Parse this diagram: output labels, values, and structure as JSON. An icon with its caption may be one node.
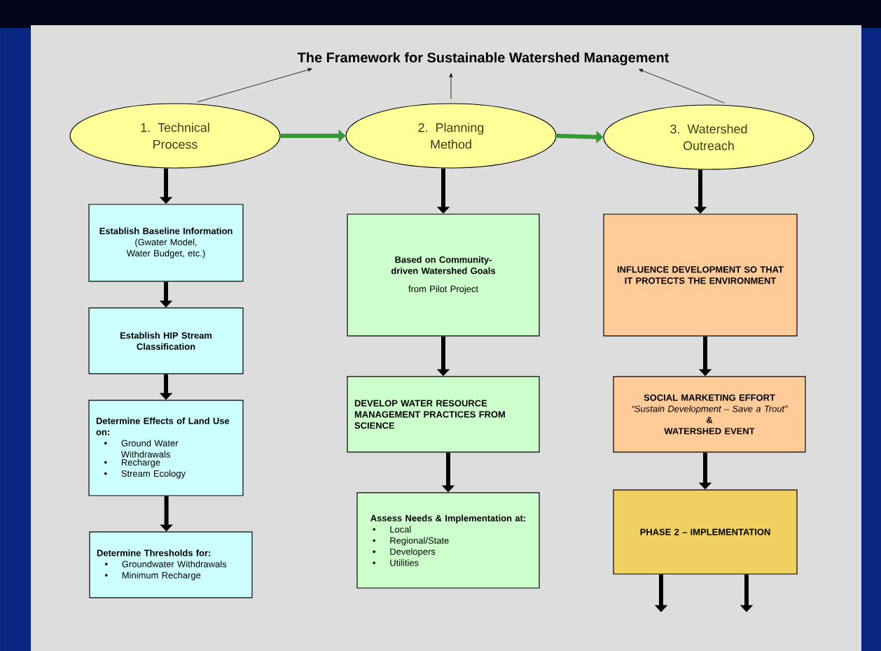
{
  "diagram": {
    "nodes": [
      {
        "text": [
          "The Framework for Sustainable Watershed Management"
        ]
      },
      {
        "text": [
          "1.  Technical Process"
        ]
      },
      {
        "text": [
          "2.  Planning Method"
        ]
      },
      {
        "text": [
          "3. Watershed Outreach"
        ]
      },
      {
        "text": [
          "Establish Baseline Information",
          "(Gwater Model, Water Budget, etc.)"
        ]
      },
      {
        "text": [
          "Establish HIP Stream Classification"
        ]
      },
      {
        "text": [
          "Determine Effects of Land Use on:",
          "Ground Water Withdrawals",
          "Recharge",
          "Stream Ecology"
        ]
      },
      {
        "text": [
          "Determine Thresholds for:",
          "Groundwater Withdrawals",
          "Minimum Recharge"
        ]
      },
      {
        "text": [
          "Based on Community-driven Watershed Goals",
          "from Pilot Project"
        ]
      },
      {
        "text": [
          "DEVELOP WATER RESOURCE MANAGEMENT PRACTICES FROM SCIENCE"
        ]
      },
      {
        "text": [
          "Assess Needs & Implementation at:",
          "Local",
          "Regional/State",
          "Developers",
          "Utilities"
        ]
      },
      {
        "text": [
          "INFLUENCE DEVELOPMENT SO THAT IT PROTECTS THE ENVIRONMENT"
        ]
      },
      {
        "text": [
          "SOCIAL MARKETING EFFORT",
          "“Sustain Development – Save a Trout”",
          "&",
          "WATERSHED EVENT"
        ]
      },
      {
        "text": [
          "PHASE 2 – IMPLEMENTATION"
        ]
      }
    ],
    "edges": [
      {
        "from": 1,
        "to": 0,
        "arrow": "to"
      },
      {
        "from": 2,
        "to": 0,
        "arrow": "to"
      },
      {
        "from": 3,
        "to": 0,
        "arrow": "to"
      },
      {
        "from": 1,
        "to": 2,
        "arrow": "to",
        "color": "#339933"
      },
      {
        "from": 2,
        "to": 3,
        "arrow": "to",
        "color": "#339933"
      },
      {
        "from": 1,
        "to": 4,
        "arrow": "to"
      },
      {
        "from": 4,
        "to": 5,
        "arrow": "to"
      },
      {
        "from": 5,
        "to": 6,
        "arrow": "to"
      },
      {
        "from": 6,
        "to": 7,
        "arrow": "to"
      },
      {
        "from": 2,
        "to": 8,
        "arrow": "to"
      },
      {
        "from": 8,
        "to": 9,
        "arrow": "to"
      },
      {
        "from": 9,
        "to": 10,
        "arrow": "to"
      },
      {
        "from": 3,
        "to": 11,
        "arrow": "to"
      },
      {
        "from": 11,
        "to": 12,
        "arrow": "to"
      },
      {
        "from": 12,
        "to": 13,
        "arrow": "to"
      },
      {
        "from": 13,
        "to": null,
        "arrow": "to"
      },
      {
        "from": 13,
        "to": null,
        "arrow": "to"
      }
    ]
  }
}
